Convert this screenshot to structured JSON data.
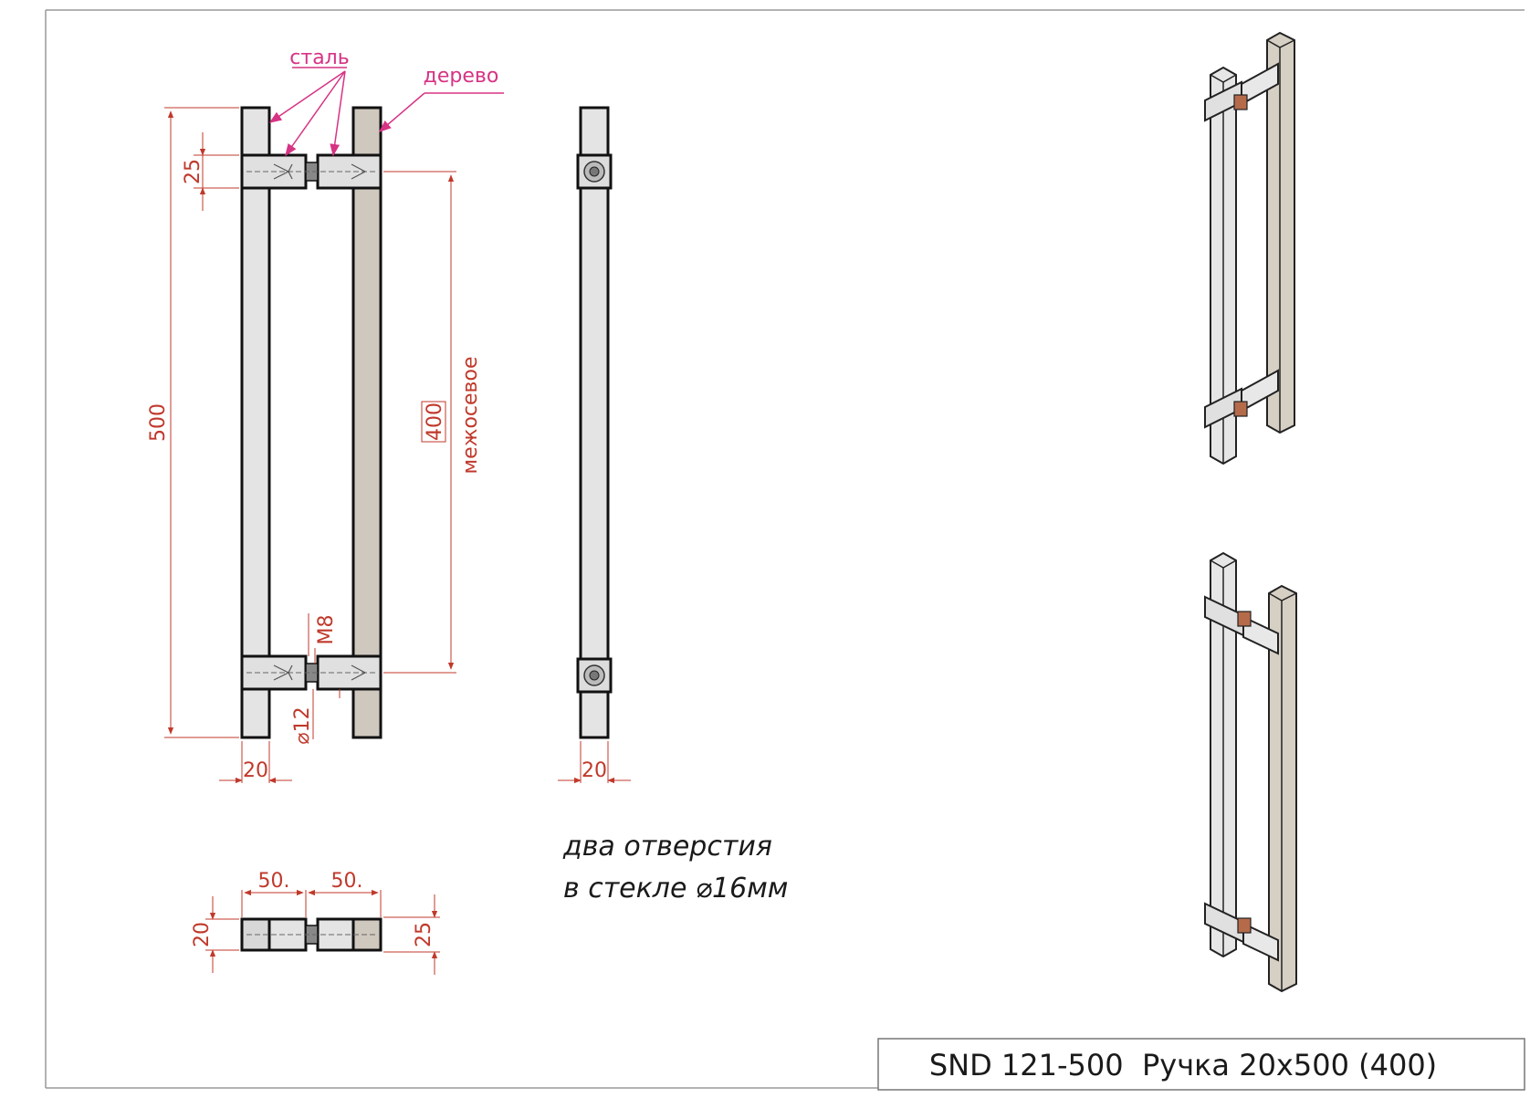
{
  "title_block": {
    "text": "SND 121-500  Ручка 20x500 (400)"
  },
  "labels": {
    "steel": "сталь",
    "wood": "дерево"
  },
  "note": {
    "line1": "два отверстия",
    "line2": "в стекле ⌀16мм"
  },
  "dimensions": {
    "overall_length": "500",
    "center_distance": "400",
    "center_label": "межосевое",
    "standoff_height": "25",
    "thread": "M8",
    "post_diameter": "⌀12",
    "bar_width_front": "20",
    "bar_width_side": "20",
    "standoff_left": "50.",
    "standoff_right": "50.",
    "top_bar_height": "20",
    "top_standoff": "25"
  },
  "colors": {
    "dimension": "#c0392b",
    "leader": "#d63384",
    "steel": "#e4e4e4",
    "wood": "#cfc8be",
    "outline": "#111111"
  }
}
